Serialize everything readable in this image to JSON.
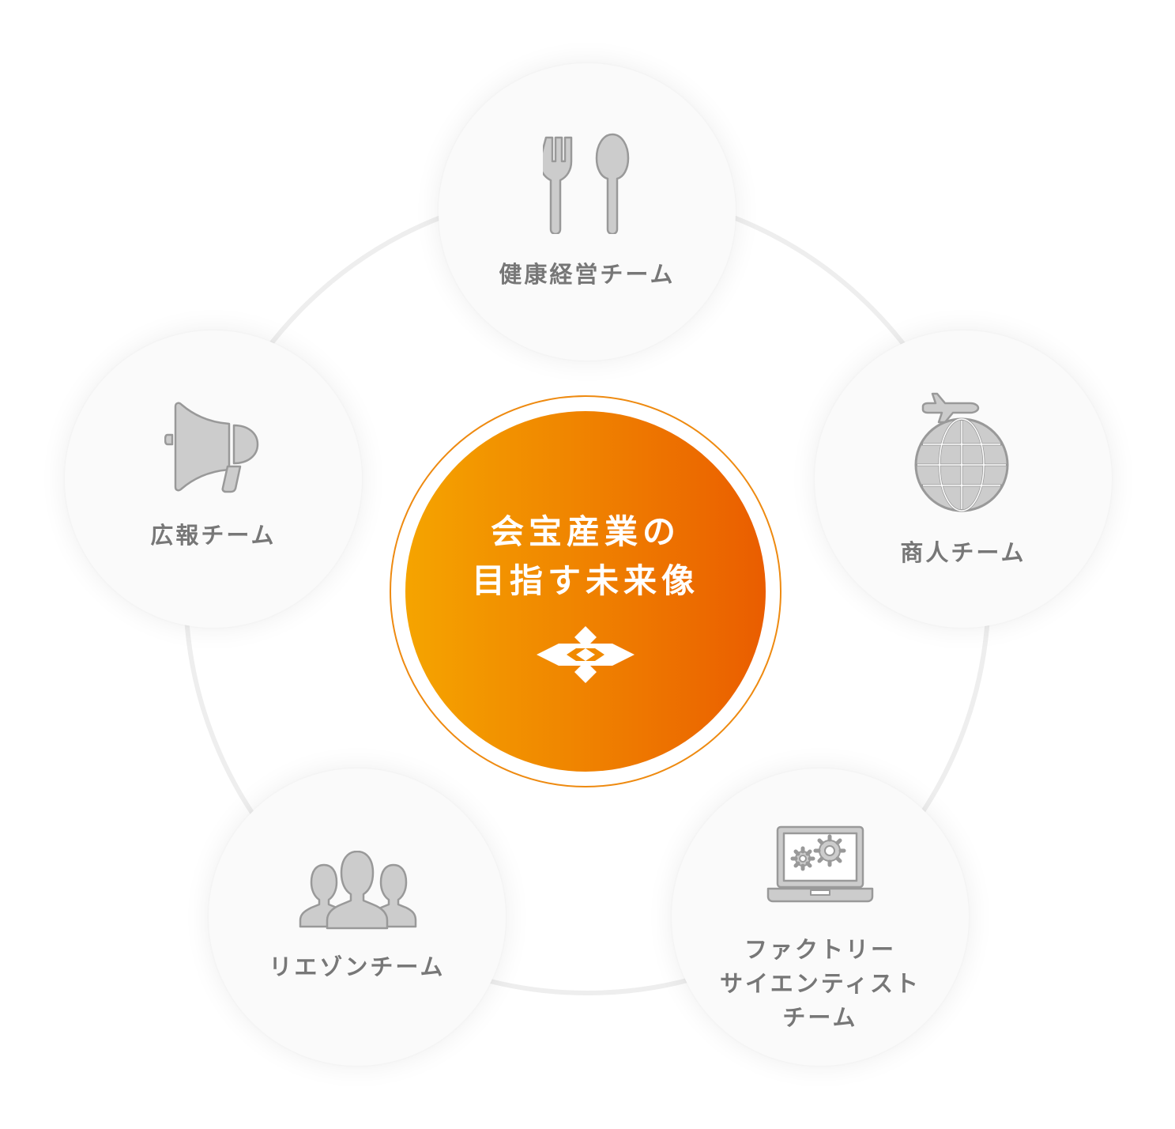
{
  "center": {
    "title_lines": [
      "会宝産業の",
      "目指す未来像"
    ],
    "logo_icon": "diamond-crest-icon",
    "gradient_colors": [
      "#f5a400",
      "#ea5d00"
    ]
  },
  "teams": [
    {
      "id": "health",
      "label_lines": [
        "健康経営チーム"
      ],
      "icon": "fork-spoon-icon"
    },
    {
      "id": "merchant",
      "label_lines": [
        "商人チーム"
      ],
      "icon": "airplane-globe-icon"
    },
    {
      "id": "pr",
      "label_lines": [
        "広報チーム"
      ],
      "icon": "megaphone-icon"
    },
    {
      "id": "liaison",
      "label_lines": [
        "リエゾンチーム"
      ],
      "icon": "people-group-icon"
    },
    {
      "id": "factory",
      "label_lines": [
        "ファクトリー",
        "サイエンティスト",
        "チーム"
      ],
      "icon": "laptop-gears-icon"
    }
  ],
  "colors": {
    "icon_gray": "#cccccc",
    "icon_outline": "#999999",
    "label_gray": "#777777",
    "accent_orange": "#ee8a10"
  }
}
